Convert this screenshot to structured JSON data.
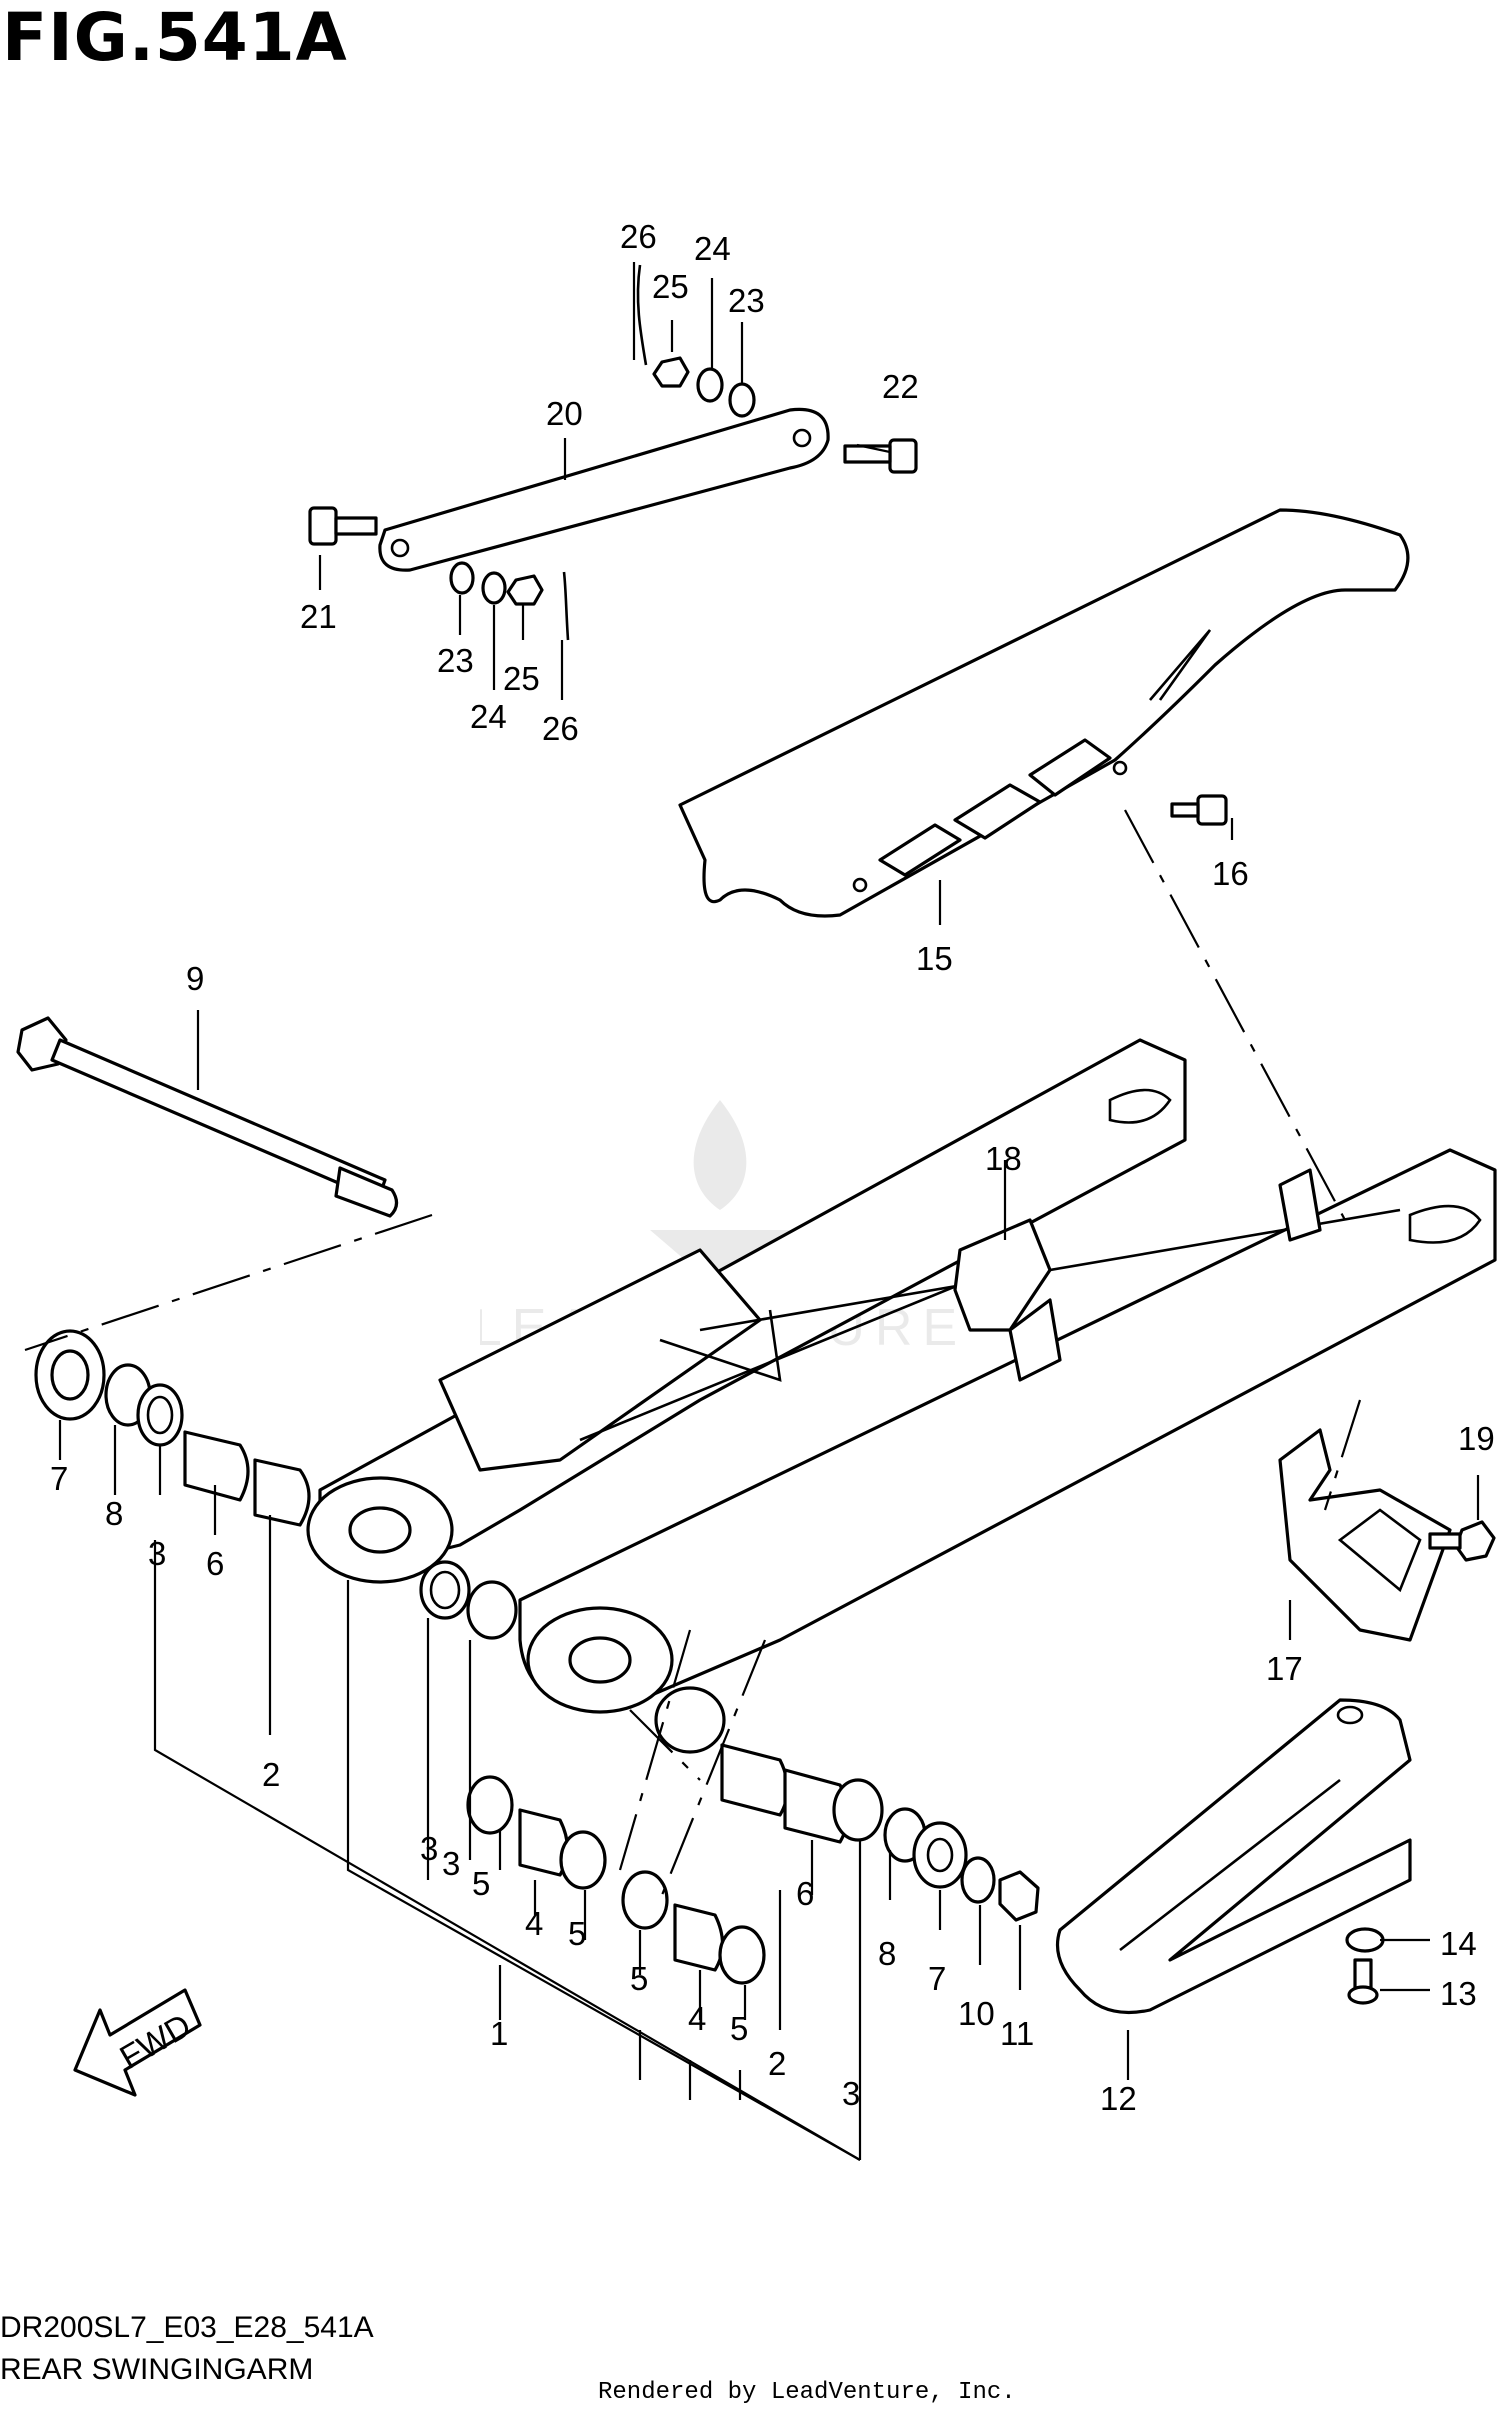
{
  "figure": {
    "title": "FIG.541A",
    "code": "DR200SL7_E03_E28_541A",
    "name": "REAR SWINGINGARM",
    "credit": "Rendered by LeadVenture, Inc.",
    "watermark": "LEADVENTURE",
    "fwd_label": "FWD"
  },
  "callouts": [
    "1",
    "2",
    "2",
    "3",
    "3",
    "3",
    "3",
    "4",
    "4",
    "5",
    "5",
    "5",
    "5",
    "6",
    "6",
    "7",
    "7",
    "8",
    "8",
    "9",
    "10",
    "11",
    "12",
    "13",
    "14",
    "15",
    "16",
    "17",
    "18",
    "19",
    "20",
    "21",
    "22",
    "23",
    "23",
    "24",
    "24",
    "25",
    "25",
    "26",
    "26"
  ],
  "colors": {
    "ink": "#000000",
    "paper": "#ffffff"
  }
}
